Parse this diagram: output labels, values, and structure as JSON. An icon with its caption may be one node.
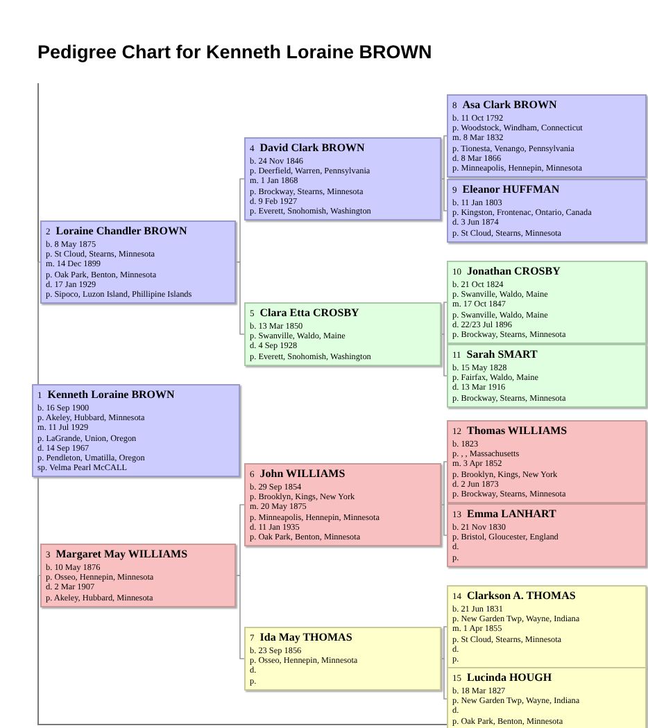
{
  "diagram": {
    "title": "Pedigree Chart for Kenneth Loraine BROWN",
    "nodes": [
      {
        "text": [
          "1",
          "Kenneth Loraine BROWN",
          "b. 16 Sep 1900",
          "p. Akeley, Hubbard, Minnesota",
          "m. 11 Jul 1929",
          "p. LaGrande, Union, Oregon",
          "d. 14 Sep 1967",
          "p. Pendleton, Umatilla, Oregon",
          "sp. Velma Pearl McCALL"
        ]
      },
      {
        "text": [
          "2",
          "Loraine Chandler BROWN",
          "b. 8 May 1875",
          "p. St Cloud, Stearns, Minnesota",
          "m. 14 Dec 1899",
          "p. Oak Park, Benton, Minnesota",
          "d. 17 Jan 1929",
          "p. Sipoco, Luzon Island, Phillipine Islands"
        ]
      },
      {
        "text": [
          "3",
          "Margaret May WILLIAMS",
          "b. 10 May 1876",
          "p. Osseo, Hennepin, Minnesota",
          "d. 2 Mar 1907",
          "p. Akeley, Hubbard, Minnesota"
        ]
      },
      {
        "text": [
          "4",
          "David Clark BROWN",
          "b. 24 Nov 1846",
          "p. Deerfield, Warren, Pennsylvania",
          "m. 1 Jan 1868",
          "p. Brockway, Stearns, Minnesota",
          "d. 9 Feb 1927",
          "p. Everett, Snohomish, Washington"
        ]
      },
      {
        "text": [
          "5",
          "Clara Etta CROSBY",
          "b. 13 Mar 1850",
          "p. Swanville, Waldo, Maine",
          "d. 4 Sep 1928",
          "p. Everett, Snohomish, Washington"
        ]
      },
      {
        "text": [
          "6",
          "John WILLIAMS",
          "b. 29 Sep 1854",
          "p. Brooklyn, Kings, New York",
          "m. 20 May 1875",
          "p. Minneapolis, Hennepin, Minnesota",
          "d. 11 Jan 1935",
          "p. Oak Park, Benton, Minnesota"
        ]
      },
      {
        "text": [
          "7",
          "Ida May THOMAS",
          "b. 23 Sep 1856",
          "p. Osseo, Hennepin, Minnesota",
          "d.",
          "p."
        ]
      },
      {
        "text": [
          "8",
          "Asa Clark BROWN",
          "b. 11 Oct 1792",
          "p. Woodstock, Windham, Connecticut",
          "m. 8 Mar 1832",
          "p. Tionesta, Venango, Pennsylvania",
          "d. 8 Mar 1866",
          "p. Minneapolis, Hennepin, Minnesota"
        ]
      },
      {
        "text": [
          "9",
          "Eleanor HUFFMAN",
          "b. 11 Jan 1803",
          "p. Kingston, Frontenac, Ontario, Canada",
          "d. 3 Jun 1874",
          "p. St Cloud, Stearns, Minnesota"
        ]
      },
      {
        "text": [
          "10",
          "Jonathan CROSBY",
          "b. 21 Oct 1824",
          "p. Swanville, Waldo, Maine",
          "m. 17 Oct 1847",
          "p. Swanville, Waldo, Maine",
          "d. 22/23 Jul 1896",
          "p. Brockway, Stearns, Minnesota"
        ]
      },
      {
        "text": [
          "11",
          "Sarah SMART",
          "b. 15 May 1828",
          "p. Fairfax, Waldo, Maine",
          "d. 13 Mar 1916",
          "p. Brockway, Stearns, Minnesota"
        ]
      },
      {
        "text": [
          "12",
          "Thomas WILLIAMS",
          "b. 1823",
          "p. , , Massachusetts",
          "m. 3 Apr 1852",
          "p. Brooklyn, Kings, New York",
          "d. 2 Jun 1873",
          "p. Brockway, Stearns, Minnesota"
        ]
      },
      {
        "text": [
          "13",
          "Emma LANHART",
          "b. 21 Nov 1830",
          "p. Bristol, Gloucester, England",
          "d.",
          "p."
        ]
      },
      {
        "text": [
          "14",
          "Clarkson A. THOMAS",
          "b. 21 Jun 1831",
          "p. New Garden Twp, Wayne, Indiana",
          "m. 1 Apr 1855",
          "p. St Cloud, Stearns, Minnesota",
          "d.",
          "p."
        ]
      },
      {
        "text": [
          "15",
          "Lucinda HOUGH",
          "b. 18 Mar 1827",
          "p. New Garden Twp, Wayne, Indiana",
          "d.",
          "p. Oak Park, Benton, Minnesota"
        ]
      }
    ],
    "edges": [
      {
        "from": 0,
        "to": 1,
        "arrow": "none"
      },
      {
        "from": 0,
        "to": 2,
        "arrow": "none"
      },
      {
        "from": 1,
        "to": 3,
        "arrow": "none"
      },
      {
        "from": 1,
        "to": 4,
        "arrow": "none"
      },
      {
        "from": 2,
        "to": 5,
        "arrow": "none"
      },
      {
        "from": 2,
        "to": 6,
        "arrow": "none"
      },
      {
        "from": 3,
        "to": 7,
        "arrow": "none"
      },
      {
        "from": 3,
        "to": 8,
        "arrow": "none"
      },
      {
        "from": 4,
        "to": 9,
        "arrow": "none"
      },
      {
        "from": 4,
        "to": 10,
        "arrow": "none"
      },
      {
        "from": 5,
        "to": 11,
        "arrow": "none"
      },
      {
        "from": 5,
        "to": 12,
        "arrow": "none"
      },
      {
        "from": 6,
        "to": 13,
        "arrow": "none"
      },
      {
        "from": 6,
        "to": 14,
        "arrow": "none"
      }
    ]
  }
}
